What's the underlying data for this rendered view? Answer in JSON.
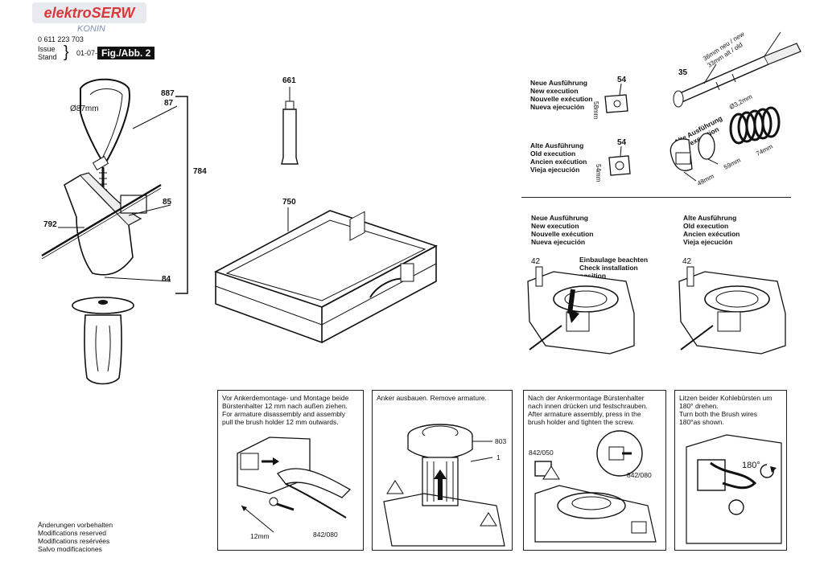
{
  "header": {
    "brand": "elektroSERW",
    "brand_sub": "KONIN",
    "doc_number": "0 611 223 703",
    "issue_lines": [
      "Issue",
      "Stand"
    ],
    "issue_date": "01-07-27",
    "figure_label": "Fig./Abb. 2"
  },
  "left_parts": {
    "diameter": "Ø87mm",
    "p887": "887",
    "p87": "87",
    "p784": "784",
    "p85": "85",
    "p792": "792",
    "p84": "84"
  },
  "middle_parts": {
    "p661": "661",
    "p750": "750"
  },
  "top_right": {
    "new_labels": [
      "Neue Ausführung",
      "New execution",
      "Nouvelle exécution",
      "Nueva ejecución"
    ],
    "old_labels": [
      "Alte Ausführung",
      "Old execution",
      "Ancien exécution",
      "Vieja ejecución"
    ],
    "p54_new": "54",
    "p54_old": "54",
    "dim_58mm": "58mm",
    "dim_54mm": "54mm",
    "p35": "35",
    "dim_new_old": [
      "36mm neu / new",
      "33mm alt / old"
    ],
    "old_exec_rot": [
      "Alte Ausführung",
      "Old execution"
    ],
    "dim_d32": "Ø3,2mm",
    "dim_74": "74mm",
    "dim_59": "59mm",
    "dim_48": "48mm"
  },
  "mid_right": {
    "new_labels": [
      "Neue Ausführung",
      "New execution",
      "Nouvelle exécution",
      "Nueva ejecución"
    ],
    "old_labels": [
      "Alte Ausführung",
      "Old execution",
      "Ancien exécution",
      "Vieja ejecución"
    ],
    "p42_new": "42",
    "p42_old": "42",
    "install_note": [
      "Einbaulage beachten",
      "Check installation",
      "position"
    ]
  },
  "panels": [
    {
      "text": [
        "Vor Ankerdemontage- und Montage beide",
        "Bürstenhalter 12 mm nach außen ziehen.",
        "For armature disassembly and assembly",
        "pull the brush holder 12 mm outwards."
      ],
      "labels": {
        "dim": "12mm",
        "part": "842/080"
      }
    },
    {
      "text": [
        "Anker ausbauen. Remove armature."
      ],
      "labels": {
        "p803": "803",
        "p1": "1"
      }
    },
    {
      "text": [
        "Nach der Ankermontage Bürstenhalter",
        "nach innen drücken und festschrauben.",
        "After armature assembly, press in the",
        "brush holder and tighten the screw."
      ],
      "labels": {
        "p842_050": "842/050",
        "p842_080": "842/080"
      }
    },
    {
      "text": [
        "Litzen beider Kohlebürsten um",
        "180° drehen.",
        "Turn both the Brush wires",
        "180°as shown."
      ],
      "labels": {
        "angle": "180°"
      }
    }
  ],
  "footer": [
    "Änderungen vorbehalten",
    "Modifications reserved",
    "Modifications resérvées",
    "Salvo modificaciones"
  ]
}
